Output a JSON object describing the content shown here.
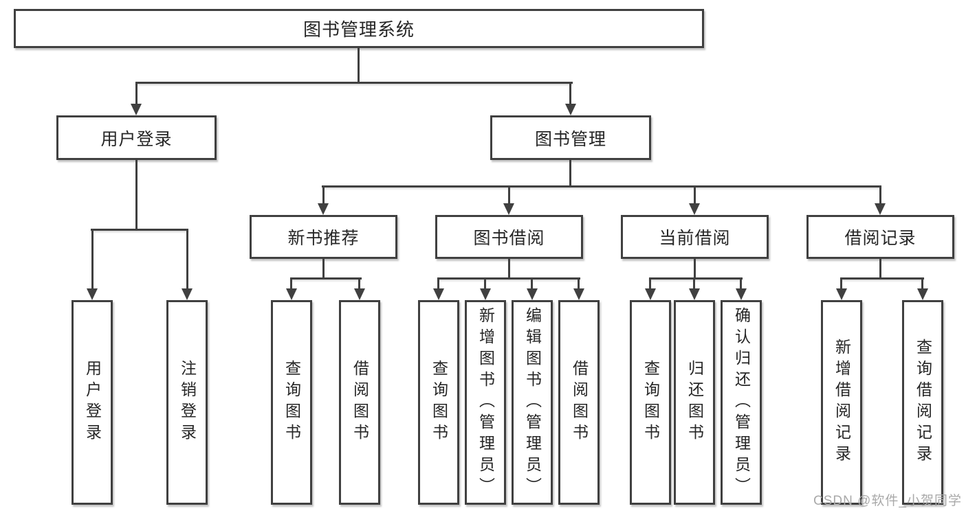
{
  "tree": {
    "root": "图书管理系统",
    "branches": [
      {
        "label": "用户登录",
        "children": [
          "用户登录",
          "注销登录"
        ]
      },
      {
        "label": "图书管理",
        "sections": [
          {
            "label": "新书推荐",
            "children": [
              "查询图书",
              "借阅图书"
            ]
          },
          {
            "label": "图书借阅",
            "children": [
              "查询图书",
              "新增图书（管理员）",
              "编辑图书（管理员）",
              "借阅图书"
            ]
          },
          {
            "label": "当前借阅",
            "children": [
              "查询图书",
              "归还图书",
              "确认归还（管理员）"
            ]
          },
          {
            "label": "借阅记录",
            "children": [
              "新增借阅记录",
              "查询借阅记录"
            ]
          }
        ]
      }
    ]
  },
  "watermark": "CSDN @软件_小贺同学",
  "colors": {
    "line": "#404040",
    "text": "#262626",
    "box_background": "#ffffff",
    "watermark": "#a9a9a9"
  }
}
